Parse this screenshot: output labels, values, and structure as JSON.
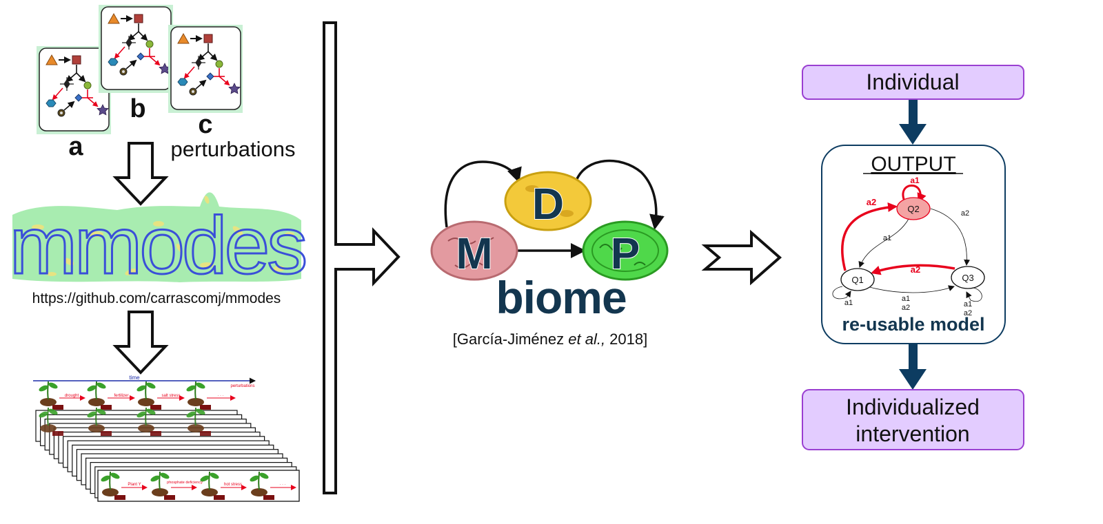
{
  "left": {
    "panels": [
      {
        "letter": "a"
      },
      {
        "letter": "b"
      },
      {
        "letter": "c"
      }
    ],
    "perturbations_label": "perturbations",
    "mmodes_logo_text": "mmodes",
    "mmodes_url": "https://github.com/carrascomj/mmodes",
    "timeline": {
      "time_label": "time",
      "perturbations_label": "perturbations",
      "top_events": [
        "drought",
        "fertilizer",
        "salt stress",
        "· · ·"
      ],
      "bottom_events": [
        "Plant Y",
        "phosphate deficiency",
        "hot stress",
        "· · ·"
      ]
    }
  },
  "center": {
    "biome_letters": [
      "M",
      "D",
      "P"
    ],
    "biome_word": "biome",
    "citation_prefix": "[García-Jiménez ",
    "citation_italic": "et al.,",
    "citation_suffix": " 2018]"
  },
  "right": {
    "individual_label": "Individual",
    "output_title": "OUTPUT",
    "states": [
      "Q1",
      "Q2",
      "Q3"
    ],
    "edges": {
      "q2_self": "a1",
      "q1_to_q2": "a2",
      "q2_to_q3": "a2",
      "q2_to_q1": "a1",
      "q3_to_q1": "a2",
      "q1_to_q3_a": "a1",
      "q1_to_q3_b": "a2",
      "q1_self": "a1",
      "q3_self_a": "a1",
      "q3_self_b": "a2"
    },
    "model_label": "re-usable model",
    "intervention_label_line1": "Individualized",
    "intervention_label_line2": "intervention"
  },
  "colors": {
    "panel_bg": "#c9f0d4",
    "purple_box": "#e3ccff",
    "purple_border": "#9a3fd1",
    "navy": "#0d3c61",
    "red": "#e8001c",
    "mmodes_green": "#a8ecb0",
    "mmodes_blue": "#3a4fd8",
    "M_cell": "#e39aa0",
    "D_cell": "#f3c93a",
    "P_cell": "#4fd84a",
    "biome_text": "#13364f"
  }
}
